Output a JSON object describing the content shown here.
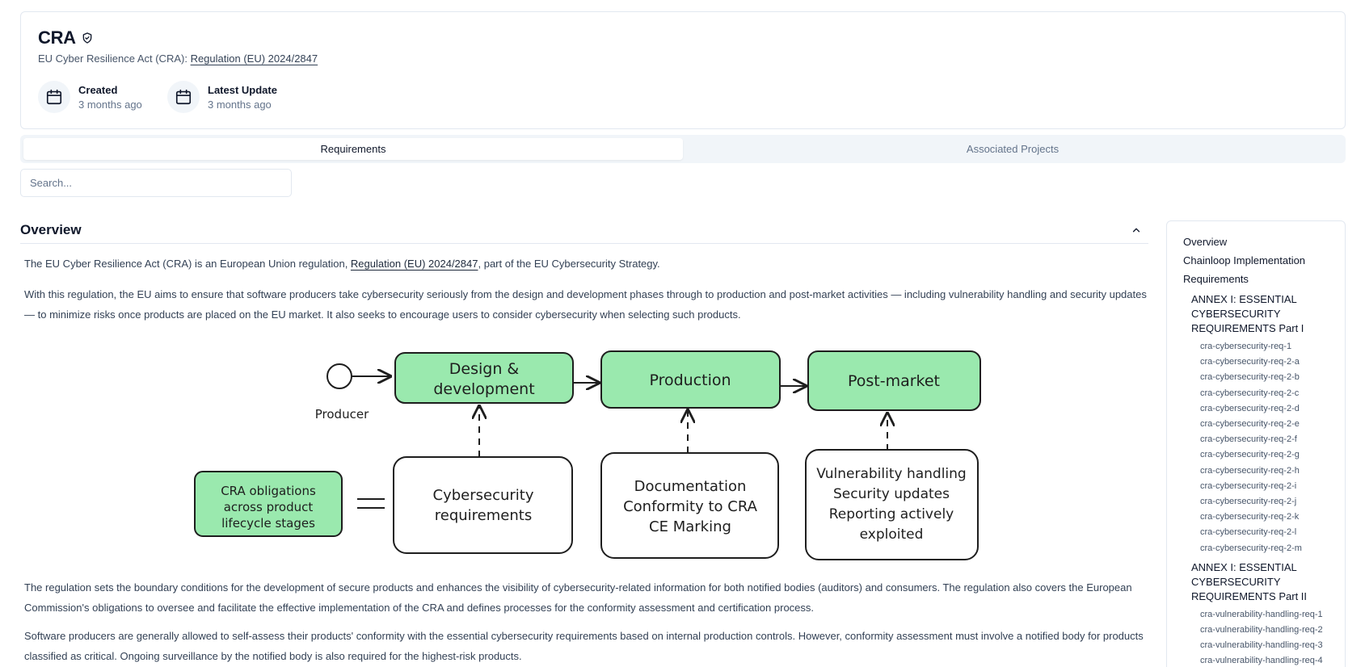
{
  "header": {
    "title": "CRA",
    "subtitle_prefix": "EU Cyber Resilience Act (CRA): ",
    "subtitle_link": "Regulation (EU) 2024/2847",
    "created_label": "Created",
    "created_value": "3 months ago",
    "updated_label": "Latest Update",
    "updated_value": "3 months ago"
  },
  "tabs": [
    {
      "label": "Requirements",
      "active": true
    },
    {
      "label": "Associated Projects",
      "active": false
    }
  ],
  "search": {
    "placeholder": "Search..."
  },
  "overview": {
    "title": "Overview",
    "p1_prefix": "The EU Cyber Resilience Act (CRA) is an European Union regulation, ",
    "p1_link": "Regulation (EU) 2024/2847",
    "p1_suffix": ", part of the EU Cybersecurity Strategy.",
    "p2": "With this regulation, the EU aims to ensure that software producers take cybersecurity seriously from the design and development phases through to production and post-market activities — including vulnerability handling and security updates — to minimize risks once products are placed on the EU market. It also seeks to encourage users to consider cybersecurity when selecting such products.",
    "p3": "The regulation sets the boundary conditions for the development of secure products and enhances the visibility of cybersecurity-related information for both notified bodies (auditors) and consumers. The regulation also covers the European Commission's obligations to oversee and facilitate the effective implementation of the CRA and defines processes for the conformity assessment and certification process.",
    "p4": "Software producers are generally allowed to self-assess their products' conformity with the essential cybersecurity requirements based on internal production controls. However, conformity assessment must involve a notified body for products classified as critical. Ongoing surveillance by the notified body is also required for the highest-risk products."
  },
  "diagram": {
    "producer": "Producer",
    "stage1_line1": "Design &",
    "stage1_line2": "development",
    "stage2": "Production",
    "stage3": "Post-market",
    "legend_line1": "CRA obligations",
    "legend_line2": "across product",
    "legend_line3": "lifecycle stages",
    "ob1_line1": "Cybersecurity",
    "ob1_line2": "requirements",
    "ob2_line1": "Documentation",
    "ob2_line2": "Conformity to CRA",
    "ob2_line3": "CE Marking",
    "ob3_line1": "Vulnerability handling",
    "ob3_line2": "Security updates",
    "ob3_line3": "Reporting actively",
    "ob3_line4": "exploited",
    "green": "#9ae9ae"
  },
  "toc": {
    "top": [
      "Overview",
      "Chainloop Implementation",
      "Requirements"
    ],
    "annex1": "ANNEX I: ESSENTIAL CYBERSECURITY REQUIREMENTS Part I",
    "annex1_items": [
      "cra-cybersecurity-req-1",
      "cra-cybersecurity-req-2-a",
      "cra-cybersecurity-req-2-b",
      "cra-cybersecurity-req-2-c",
      "cra-cybersecurity-req-2-d",
      "cra-cybersecurity-req-2-e",
      "cra-cybersecurity-req-2-f",
      "cra-cybersecurity-req-2-g",
      "cra-cybersecurity-req-2-h",
      "cra-cybersecurity-req-2-i",
      "cra-cybersecurity-req-2-j",
      "cra-cybersecurity-req-2-k",
      "cra-cybersecurity-req-2-l",
      "cra-cybersecurity-req-2-m"
    ],
    "annex2": "ANNEX I: ESSENTIAL CYBERSECURITY REQUIREMENTS Part II",
    "annex2_items": [
      "cra-vulnerability-handling-req-1",
      "cra-vulnerability-handling-req-2",
      "cra-vulnerability-handling-req-3",
      "cra-vulnerability-handling-req-4"
    ]
  }
}
